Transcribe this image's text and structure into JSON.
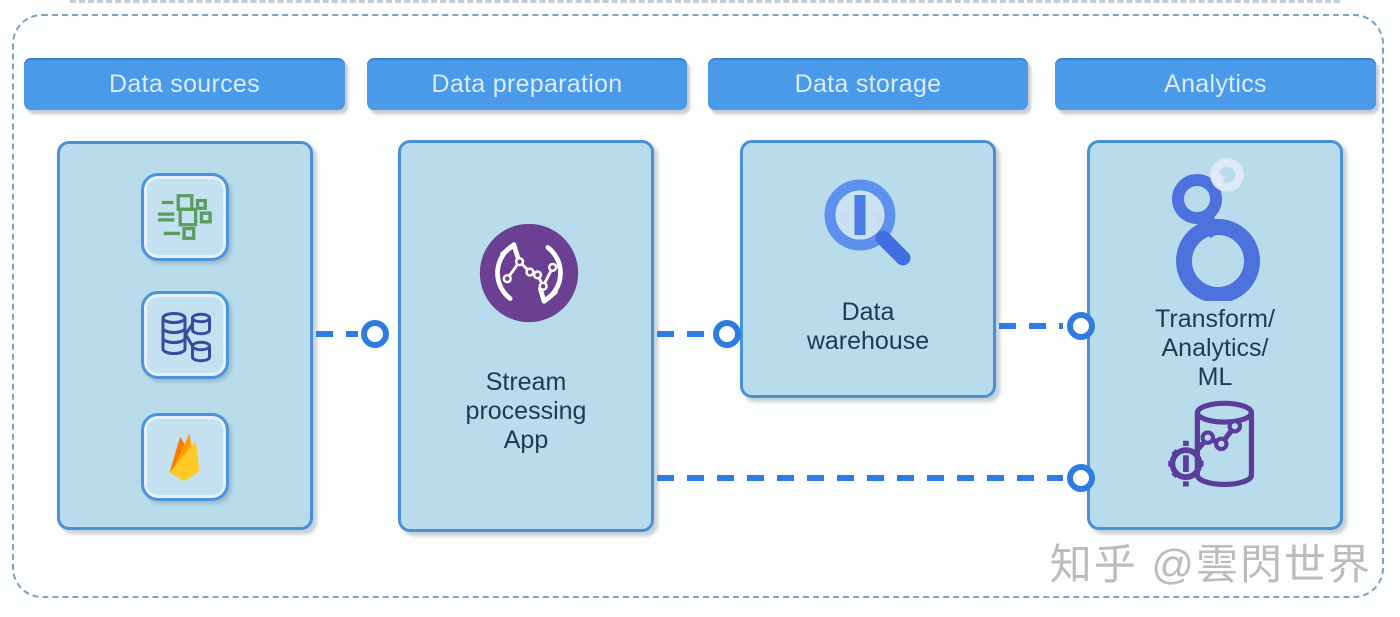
{
  "headers": {
    "sources": "Data sources",
    "preparation": "Data preparation",
    "storage": "Data storage",
    "analytics": "Analytics"
  },
  "boxes": {
    "sources": {
      "icons": [
        "streaming-data-icon",
        "sharded-database-icon",
        "firebase-flame-icon"
      ]
    },
    "preparation": {
      "label": "Stream\nprocessing\nApp",
      "icon": "stream-processing-icon"
    },
    "storage": {
      "label": "Data\nwarehouse",
      "icon": "data-warehouse-search-icon"
    },
    "analytics": {
      "label": "Transform/\nAnalytics/\nML",
      "icons": [
        "looker-rings-icon",
        "ml-database-gear-icon"
      ]
    }
  },
  "connectors": [
    {
      "from": "data-sources",
      "to": "stream-processing-app",
      "style": "dashed-with-ring"
    },
    {
      "from": "stream-processing-app",
      "to": "data-warehouse",
      "style": "dashed-with-ring"
    },
    {
      "from": "data-warehouse",
      "to": "analytics",
      "style": "dashed-with-ring"
    },
    {
      "from": "stream-processing-app",
      "to": "analytics",
      "style": "dashed-with-ring"
    }
  ],
  "watermark": "知乎 @雲閃世界",
  "colors": {
    "header_bg": "#4b9ae9",
    "header_text": "#d9ecfc",
    "box_bg": "#b9dcec",
    "box_border": "#4a90d8",
    "connector_blue": "#2e7ce2",
    "outer_dashed_border": "#7aa3c4",
    "label_text": "#1c3a55",
    "stream_icon_purple": "#6b3f92",
    "warehouse_icon_blue": "#5e90ee",
    "looker_blue": "#4e72dd",
    "ml_icon_purple": "#5a3d9c",
    "green_icon": "#5c9c60",
    "db_icon_indigo": "#3b4a9f",
    "firebase_yellow": "#ffca28",
    "firebase_orange": "#ffa000",
    "firebase_dark_orange": "#f57c00"
  }
}
